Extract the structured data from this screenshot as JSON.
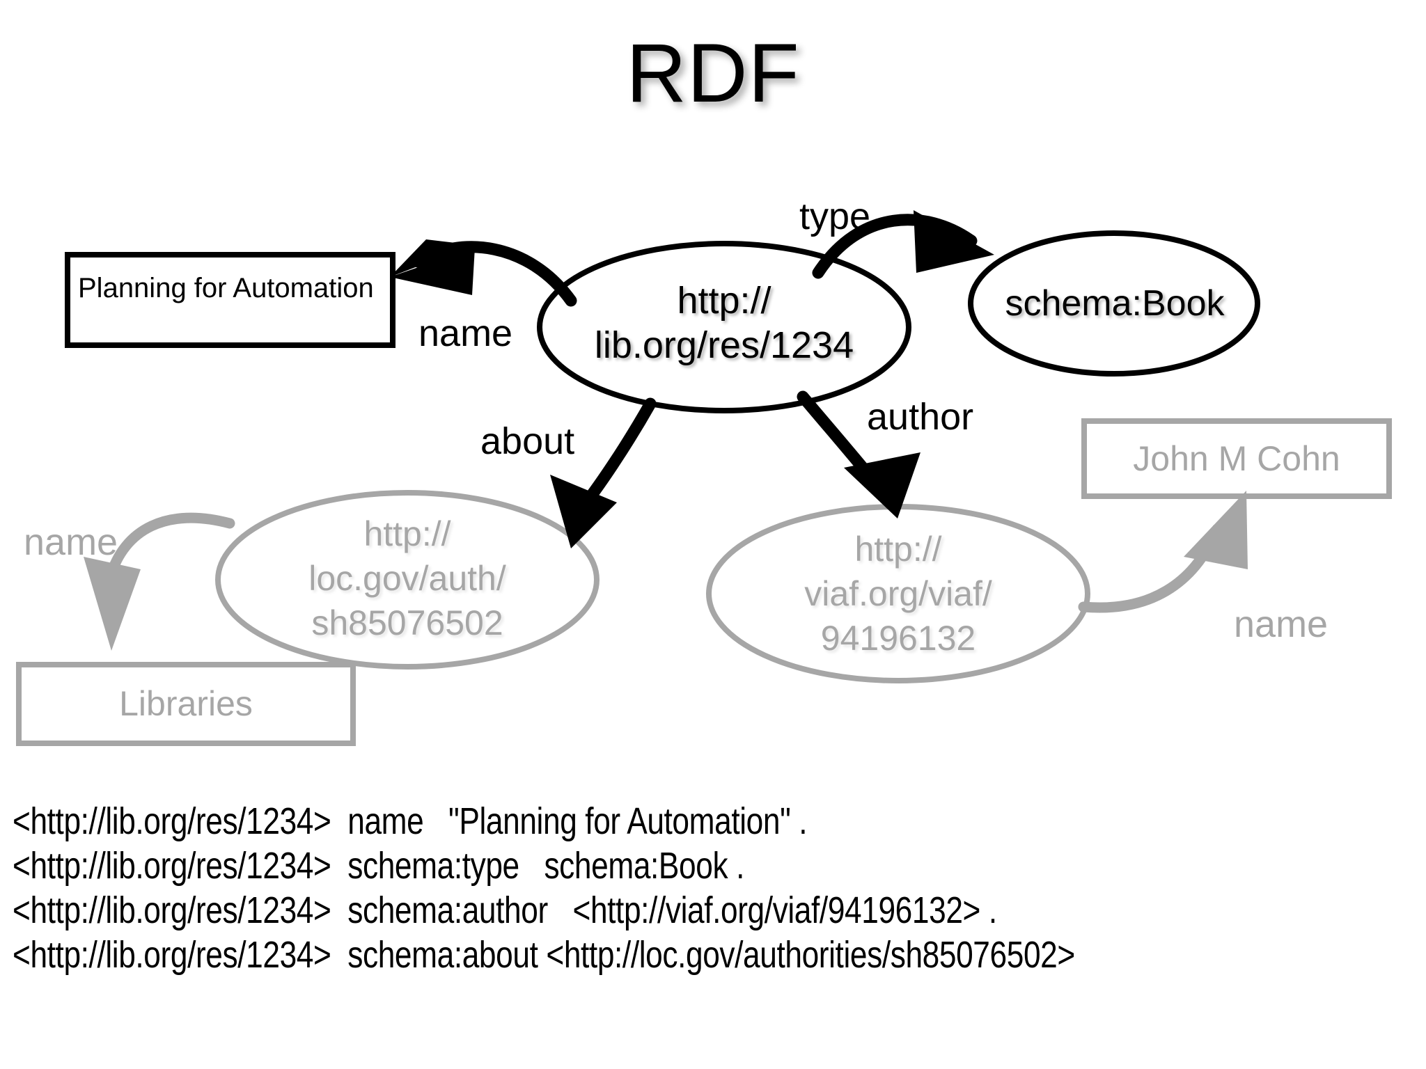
{
  "title": "RDF",
  "nodes": {
    "literal_name": {
      "label": "Planning for Automation",
      "shape": "rect",
      "tone": "black"
    },
    "resource": {
      "label": "http://\nlib.org/res/1234",
      "shape": "ellipse",
      "tone": "black"
    },
    "book_class": {
      "label": "schema:Book",
      "shape": "ellipse",
      "tone": "black"
    },
    "subject": {
      "label": "http://\nloc.gov/auth/\nsh85076502",
      "shape": "ellipse",
      "tone": "gray"
    },
    "author": {
      "label": "http://\nviaf.org/viaf/\n94196132",
      "shape": "ellipse",
      "tone": "gray"
    },
    "author_name": {
      "label": "John M Cohn",
      "shape": "rect",
      "tone": "gray"
    },
    "subject_name": {
      "label": "Libraries",
      "shape": "rect",
      "tone": "gray"
    }
  },
  "edges": {
    "name_literal": {
      "label": "name",
      "tone": "black"
    },
    "type": {
      "label": "type",
      "tone": "black"
    },
    "about": {
      "label": "about",
      "tone": "black"
    },
    "author": {
      "label": "author",
      "tone": "black"
    },
    "subject_name": {
      "label": "name",
      "tone": "gray"
    },
    "author_name": {
      "label": "name",
      "tone": "gray"
    }
  },
  "triples": [
    "<http://lib.org/res/1234>  name   \"Planning for Automation\" .",
    "<http://lib.org/res/1234>  schema:type   schema:Book .",
    "<http://lib.org/res/1234>  schema:author   <http://viaf.org/viaf/94196132> .",
    "<http://lib.org/res/1234>  schema:about <http://loc.gov/authorities/sh85076502>"
  ],
  "colors": {
    "black": "#000000",
    "gray": "#a6a6a6",
    "background": "#ffffff"
  }
}
